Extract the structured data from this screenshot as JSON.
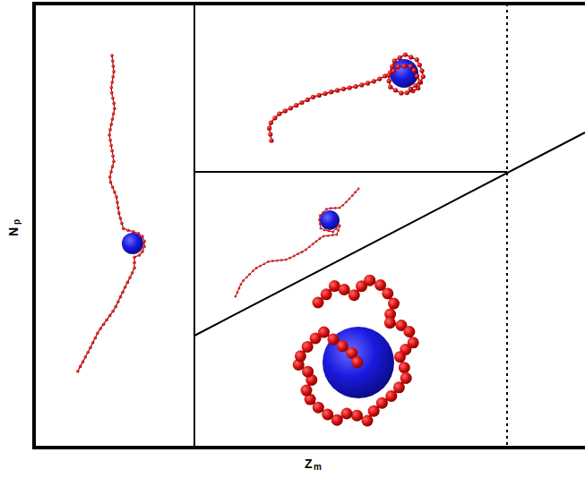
{
  "diagram": {
    "labels": [
      "N",
      "p",
      "Z",
      "m"
    ]
  }
}
